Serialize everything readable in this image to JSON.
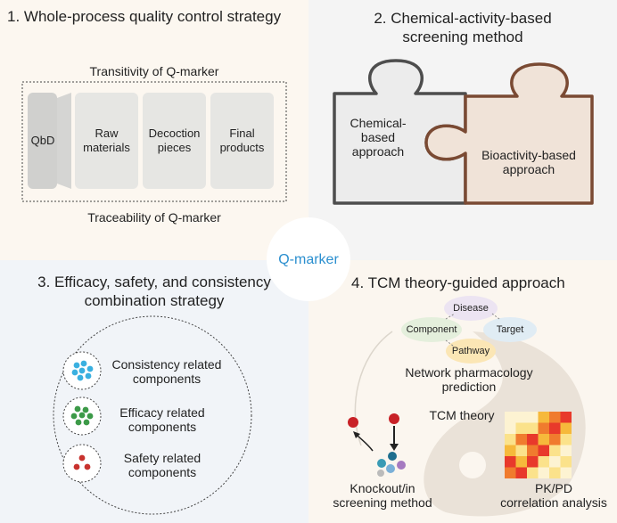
{
  "center": {
    "label": "Q-marker"
  },
  "q1": {
    "title": "1. Whole-process quality control strategy",
    "top_caption": "Transitivity of Q-marker",
    "bottom_caption": "Traceability of Q-marker",
    "qbd": "QbD",
    "stages": [
      {
        "line1": "Raw",
        "line2": "materials"
      },
      {
        "line1": "Decoction",
        "line2": "pieces"
      },
      {
        "line1": "Final",
        "line2": "products"
      }
    ]
  },
  "q2": {
    "title_line1": "2. Chemical-activity-based",
    "title_line2": "screening method",
    "left_piece": {
      "line1": "Chemical-based",
      "line2": "approach"
    },
    "right_piece": {
      "line1": "Bioactivity-based",
      "line2": "approach"
    }
  },
  "q3": {
    "title_line1": "3. Efficacy, safety, and consistency",
    "title_line2": "combination strategy",
    "items": [
      {
        "line1": "Consistency related",
        "line2": "components",
        "color": "#3ab0e0"
      },
      {
        "line1": "Efficacy related",
        "line2": "components",
        "color": "#3c9a48"
      },
      {
        "line1": "Safety related",
        "line2": "components",
        "color": "#c8322e"
      }
    ]
  },
  "q4": {
    "title": "4. TCM theory-guided approach",
    "nodes": {
      "disease": "Disease",
      "component": "Component",
      "target": "Target",
      "pathway": "Pathway"
    },
    "network_line1": "Network pharmacology",
    "network_line2": "prediction",
    "tcm_theory": "TCM theory",
    "knockout_line1": "Knockout/in",
    "knockout_line2": "screening method",
    "pkpd_line1": "PK/PD",
    "pkpd_line2": "correlation analysis",
    "heatmap_colors": [
      "#e8392b",
      "#f07b2e",
      "#f6b93b",
      "#fbe28b",
      "#fdf3d2"
    ]
  }
}
